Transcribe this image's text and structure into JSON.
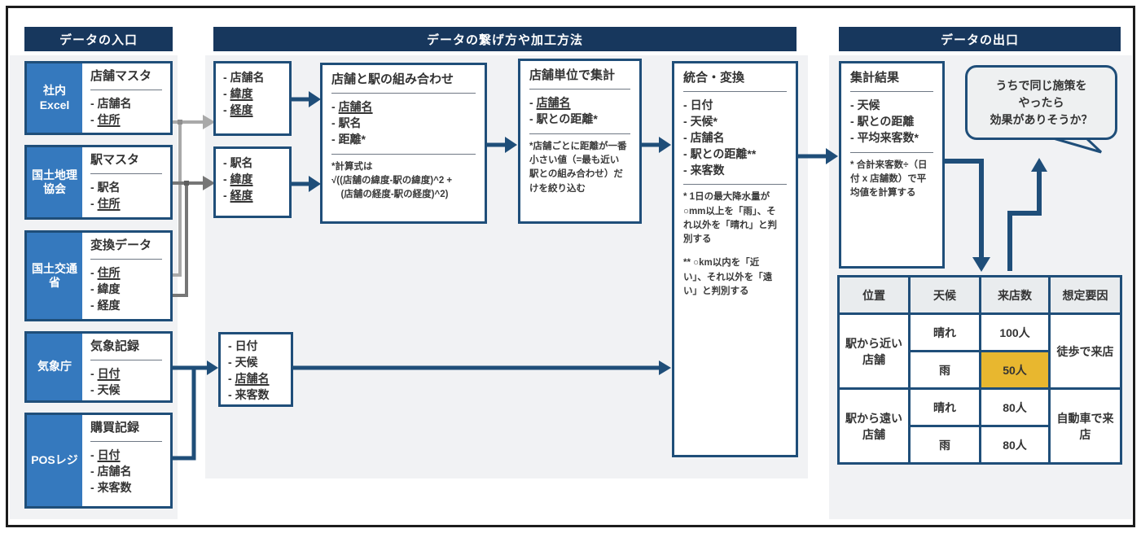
{
  "colors": {
    "navy": "#1f4e79",
    "header_bar": "#17375d",
    "source_blue": "#3579be",
    "highlight_gold": "#e8b72f",
    "gray_arrow_light": "#a9a9a9",
    "gray_arrow_dark": "#767676",
    "panel_gray": "#f1f2f4"
  },
  "headers": {
    "input": "データの入口",
    "process": "データの繋げ方や加工方法",
    "output": "データの出口"
  },
  "sources": [
    {
      "name": "社内Excel",
      "title": "店舗マスタ",
      "items": [
        "店舗名",
        "住所"
      ]
    },
    {
      "name": "国土地理協会",
      "title": "駅マスタ",
      "items": [
        "駅名",
        "住所"
      ]
    },
    {
      "name": "国土交通省",
      "title": "変換データ",
      "items": [
        "住所",
        "緯度",
        "経度"
      ]
    },
    {
      "name": "気象庁",
      "title": "気象記録",
      "items": [
        "日付",
        "天候"
      ]
    },
    {
      "name": "POSレジ",
      "title": "購買記録",
      "items": [
        "日付",
        "店舗名",
        "来客数"
      ]
    }
  ],
  "field_boxes": [
    {
      "items": [
        "店舗名",
        "緯度",
        "経度"
      ]
    },
    {
      "items": [
        "駅名",
        "緯度",
        "経度"
      ]
    },
    {
      "items": [
        "日付",
        "天候",
        "店舗名",
        "来客数"
      ]
    }
  ],
  "process_boxes": [
    {
      "title": "店舗と駅の組み合わせ",
      "items": [
        "店舗名",
        "駅名",
        "距離*"
      ],
      "note": "*計算式は\n√((店舗の緯度-駅の緯度)^2 +\n　(店舗の経度-駅の経度)^2)"
    },
    {
      "title": "店舗単位で集計",
      "items": [
        "店舗名",
        "駅との距離*"
      ],
      "note": "*店舗ごとに距離が一番\n小さい値（=最も近い\n駅との組み合わせ）だ\nけを絞り込む"
    },
    {
      "title": "統合・変換",
      "items": [
        "日付",
        "天候*",
        "店舗名",
        "駅との距離**",
        "来客数"
      ],
      "note": "* 1日の最大降水量が\n○mm以上を「雨」、そ\nれ以外を「晴れ」と判\n別する",
      "note2": "** ○km以内を「近\nい」、それ以外を「遠\nい」と判別する"
    },
    {
      "title": "集計結果",
      "items": [
        "天候",
        "駅との距離",
        "平均来客数*"
      ],
      "note": "* 合計来客数÷（日\n付 x 店舗数）で平\n均値を計算する"
    }
  ],
  "bubble": {
    "text": "うちで同じ施策を\nやったら\n効果がありそうか？"
  },
  "table": {
    "headers": [
      "位置",
      "天候",
      "来店数",
      "想定要因"
    ],
    "rows": [
      {
        "position": "駅から近い店舗",
        "weather": "晴れ",
        "visitors": "100人",
        "factor": "徒歩で来店"
      },
      {
        "weather": "雨",
        "visitors": "50人"
      },
      {
        "position": "駅から遠い店舗",
        "weather": "晴れ",
        "visitors": "80人",
        "factor": "自動車で来店"
      },
      {
        "weather": "雨",
        "visitors": "80人"
      }
    ]
  }
}
